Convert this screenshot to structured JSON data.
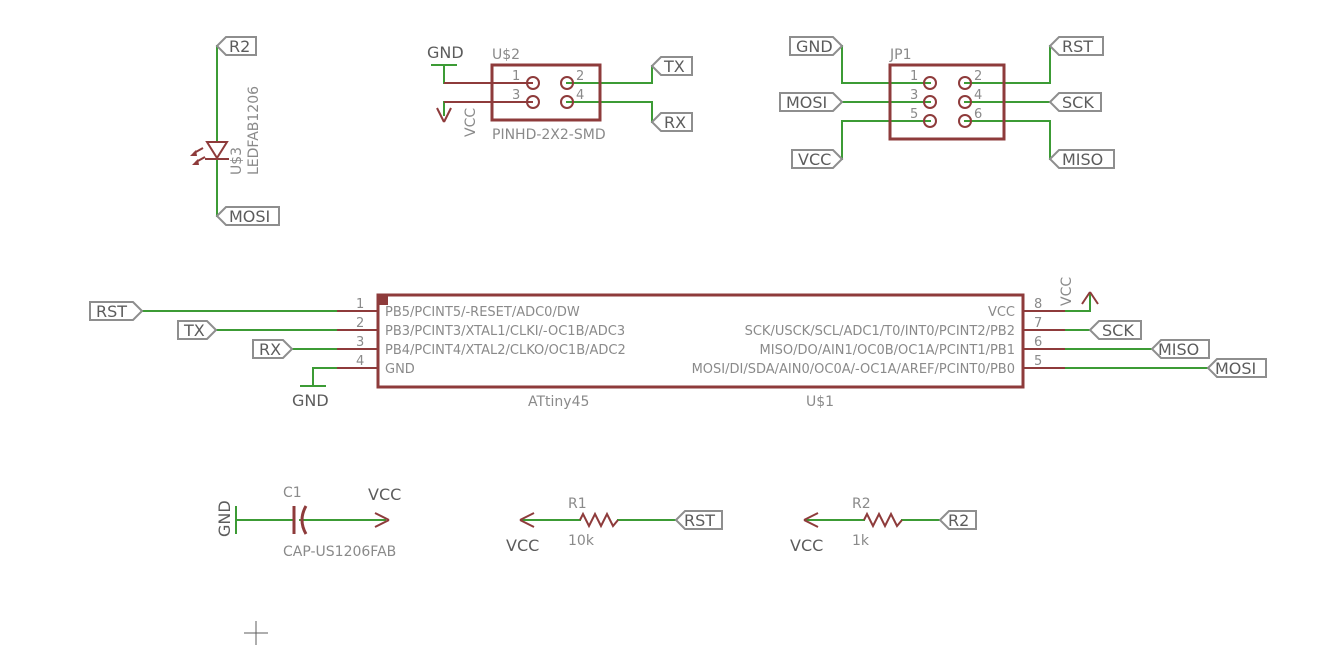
{
  "net_labels": {
    "r2_top": "R2",
    "mosi_led": "MOSI",
    "tx_u2": "TX",
    "rx_u2": "RX",
    "gnd_jp": "GND",
    "rst_jp": "RST",
    "mosi_jp": "MOSI",
    "sck_jp": "SCK",
    "vcc_jp": "VCC",
    "miso_jp": "MISO",
    "rst_mcu": "RST",
    "tx_mcu": "TX",
    "rx_mcu": "RX",
    "sck_mcu": "SCK",
    "miso_mcu": "MISO",
    "mosi_mcu": "MOSI",
    "rst_r1": "RST",
    "r2_r2": "R2"
  },
  "supply_labels": {
    "u2_gnd": "GND",
    "u2_vcc": "VCC",
    "mcu_gnd": "GND",
    "mcu_vcc": "VCC",
    "c1_gnd": "GND",
    "c1_vcc": "VCC",
    "r1_vcc": "VCC",
    "r2_vcc": "VCC"
  },
  "parts": {
    "led": {
      "name": "U$3",
      "value": "LEDFAB1206"
    },
    "u2": {
      "name": "U$2",
      "value": "PINHD-2X2-SMD",
      "pins": [
        "1",
        "2",
        "3",
        "4"
      ]
    },
    "jp1": {
      "name": "JP1",
      "pins": [
        "1",
        "2",
        "3",
        "4",
        "5",
        "6"
      ]
    },
    "mcu": {
      "name": "U$1",
      "value": "ATtiny45",
      "left_pins": [
        {
          "num": "1",
          "name": "PB5/PCINT5/-RESET/ADC0/DW"
        },
        {
          "num": "2",
          "name": "PB3/PCINT3/XTAL1/CLKI/-OC1B/ADC3"
        },
        {
          "num": "3",
          "name": "PB4/PCINT4/XTAL2/CLKO/OC1B/ADC2"
        },
        {
          "num": "4",
          "name": "GND"
        }
      ],
      "right_pins": [
        {
          "num": "8",
          "name": "VCC"
        },
        {
          "num": "7",
          "name": "SCK/USCK/SCL/ADC1/T0/INT0/PCINT2/PB2"
        },
        {
          "num": "6",
          "name": "MISO/DO/AIN1/OC0B/OC1A/PCINT1/PB1"
        },
        {
          "num": "5",
          "name": "MOSI/DI/SDA/AIN0/OC0A/-OC1A/AREF/PCINT0/PB0"
        }
      ]
    },
    "c1": {
      "name": "C1",
      "value": "CAP-US1206FAB"
    },
    "r1": {
      "name": "R1",
      "value": "10k"
    },
    "r2": {
      "name": "R2",
      "value": "1k"
    }
  }
}
